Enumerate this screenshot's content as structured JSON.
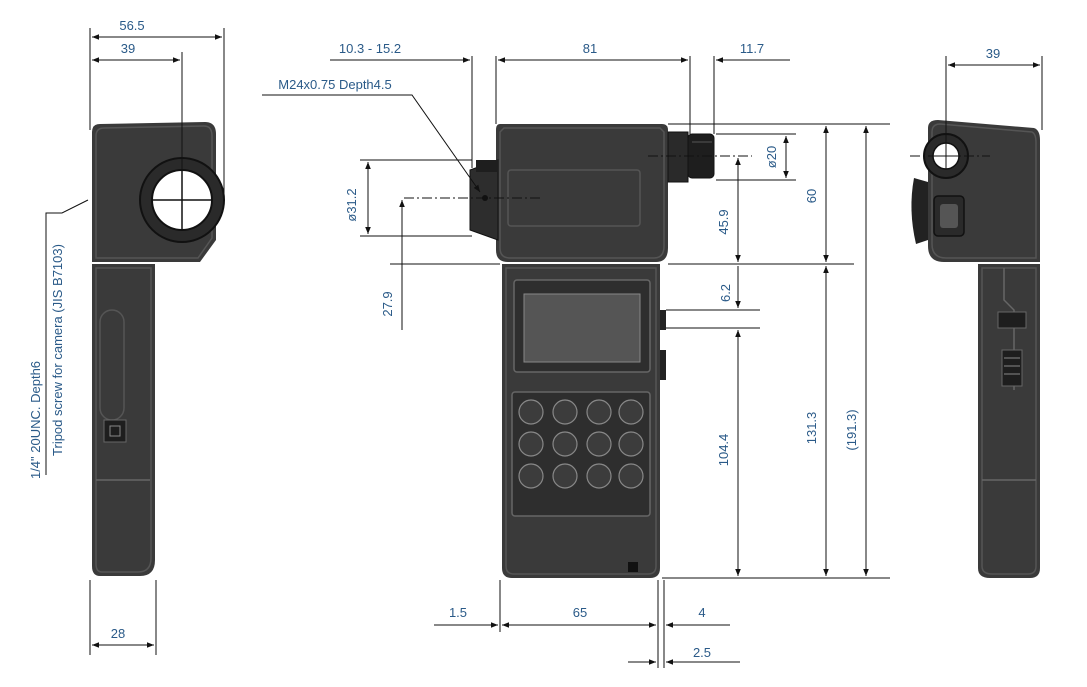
{
  "dimensions": {
    "left_view": {
      "total_depth": "56.5",
      "lens_center_offset": "39",
      "grip_width": "28",
      "tripod_label_line1": "1/4\" 20UNC. Depth6",
      "tripod_label_line2": "Tripod screw for camera (JIS B7103)"
    },
    "front_view": {
      "thread_range": "10.3 - 15.2",
      "head_width": "81",
      "eyepiece_offset": "11.7",
      "thread_spec": "M24x0.75 Depth4.5",
      "lens_diameter": "ø31.2",
      "lens_center_height": "27.9",
      "eyepiece_diameter": "ø20",
      "eyepiece_center_height": "45.9",
      "head_height": "60",
      "step_height": "6.2",
      "grip_height": "104.4",
      "body_height": "131.3",
      "total_height": "(191.3)",
      "left_step": "1.5",
      "body_width": "65",
      "right_step": "4",
      "trigger_width": "2.5"
    },
    "right_view": {
      "depth": "39"
    }
  },
  "colors": {
    "outline": "#1e1e1e",
    "body_fill": "#3a3a3a",
    "label_text": "#2a5a88"
  }
}
